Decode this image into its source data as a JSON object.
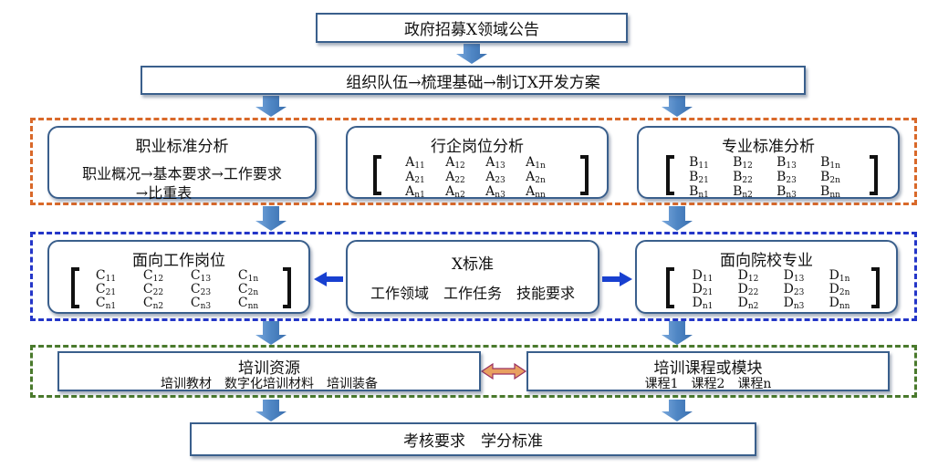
{
  "top": {
    "announce": "政府招募X领域公告"
  },
  "steps": {
    "prep": "组织队伍→梳理基础→制订X开发方案"
  },
  "analysis": {
    "occupational": {
      "title": "职业标准分析",
      "line1": "职业概况→基本要求→工作要求",
      "line2": "→比重表"
    },
    "industry": {
      "title": "行企岗位分析",
      "letter": "A",
      "rows": [
        [
          [
            "A",
            "11"
          ],
          [
            "A",
            "12"
          ],
          [
            "A",
            "13"
          ],
          [
            "A",
            "1n"
          ]
        ],
        [
          [
            "A",
            "21"
          ],
          [
            "A",
            "22"
          ],
          [
            "A",
            "23"
          ],
          [
            "A",
            "2n"
          ]
        ],
        [
          [
            "A",
            "n1"
          ],
          [
            "A",
            "n2"
          ],
          [
            "A",
            "n3"
          ],
          [
            "A",
            "nn"
          ]
        ]
      ]
    },
    "professional": {
      "title": "专业标准分析",
      "rows": [
        [
          [
            "B",
            "11"
          ],
          [
            "B",
            "12"
          ],
          [
            "B",
            "13"
          ],
          [
            "B",
            "1n"
          ]
        ],
        [
          [
            "B",
            "21"
          ],
          [
            "B",
            "22"
          ],
          [
            "B",
            "23"
          ],
          [
            "B",
            "2n"
          ]
        ],
        [
          [
            "B",
            "n1"
          ],
          [
            "B",
            "n2"
          ],
          [
            "B",
            "n3"
          ],
          [
            "B",
            "nn"
          ]
        ]
      ]
    }
  },
  "standard": {
    "jobs": {
      "title": "面向工作岗位",
      "rows": [
        [
          [
            "C",
            "11"
          ],
          [
            "C",
            "12"
          ],
          [
            "C",
            "13"
          ],
          [
            "C",
            "1n"
          ]
        ],
        [
          [
            "C",
            "21"
          ],
          [
            "C",
            "22"
          ],
          [
            "C",
            "23"
          ],
          [
            "C",
            "2n"
          ]
        ],
        [
          [
            "C",
            "n1"
          ],
          [
            "C",
            "n2"
          ],
          [
            "C",
            "n3"
          ],
          [
            "C",
            "nn"
          ]
        ]
      ]
    },
    "x": {
      "title": "X标准",
      "items": "工作领域　工作任务　技能要求"
    },
    "majors": {
      "title": "面向院校专业",
      "rows": [
        [
          [
            "D",
            "11"
          ],
          [
            "D",
            "12"
          ],
          [
            "D",
            "13"
          ],
          [
            "D",
            "1n"
          ]
        ],
        [
          [
            "D",
            "21"
          ],
          [
            "D",
            "22"
          ],
          [
            "D",
            "23"
          ],
          [
            "D",
            "2n"
          ]
        ],
        [
          [
            "D",
            "n1"
          ],
          [
            "D",
            "n2"
          ],
          [
            "D",
            "n3"
          ],
          [
            "D",
            "nn"
          ]
        ]
      ]
    }
  },
  "training": {
    "resources": {
      "title": "培训资源",
      "items": "培训教材　数字化培训材料　培训装备"
    },
    "courses": {
      "title": "培训课程或模块",
      "items": "课程1　课程2　课程n"
    }
  },
  "bottom": {
    "assessment": "考核要求　学分标准"
  },
  "colors": {
    "box_border": "#3a5f8c",
    "flow_arrow": "#5b8fc9",
    "x_arrow": "#1840d0",
    "link_arrow": "#e8a060",
    "link_arrow_outline": "#9a3060",
    "orange_dash": "#d9692a",
    "blue_dash": "#2436c8",
    "green_dash": "#4a7a2d"
  }
}
